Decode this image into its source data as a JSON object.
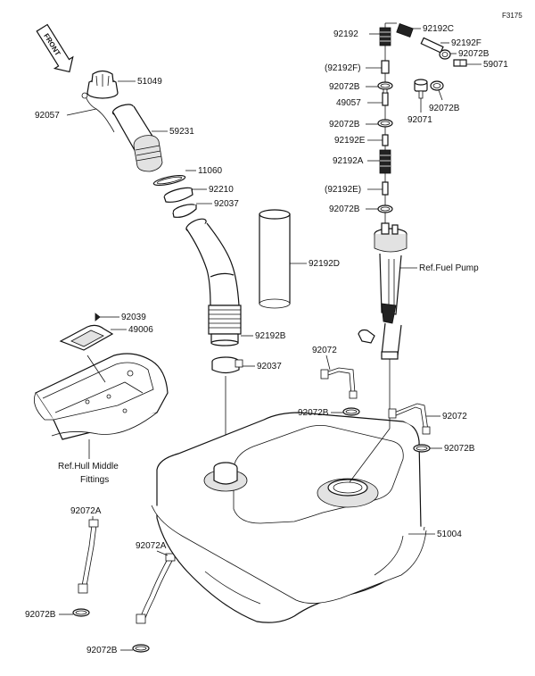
{
  "diagram": {
    "code": "F3175",
    "front_label": "FRONT",
    "labels": {
      "p51049": "51049",
      "p92057": "92057",
      "p59231": "59231",
      "p11060": "11060",
      "p92210": "92210",
      "p92037a": "92037",
      "p92192d": "92192D",
      "p92192b": "92192B",
      "p92037b": "92037",
      "p92039": "92039",
      "p49006": "49006",
      "ref_hull_1": "Ref.Hull Middle",
      "ref_hull_2": "Fittings",
      "p92072a_1": "92072A",
      "p92072b_1": "92072B",
      "p92072a_2": "92072A",
      "p92072b_2": "92072B",
      "p51004": "51004",
      "p92192": "92192",
      "p92192c": "92192C",
      "p92192f": "92192F",
      "p92072b_3": "92072B",
      "p92192f_paren": "(92192F)",
      "p59071": "59071",
      "p92072b_4": "92072B",
      "p49057": "49057",
      "p92071": "92071",
      "p92072b_5": "92072B",
      "p92072b_6": "92072B",
      "p92192e": "92192E",
      "p92192a": "92192A",
      "p92192e_paren": "(92192E)",
      "p92072b_7": "92072B",
      "ref_fuel_pump": "Ref.Fuel Pump",
      "p92072_1": "92072",
      "p92072b_8": "92072B",
      "p92072_2": "92072",
      "p92072b_9": "92072B"
    }
  }
}
